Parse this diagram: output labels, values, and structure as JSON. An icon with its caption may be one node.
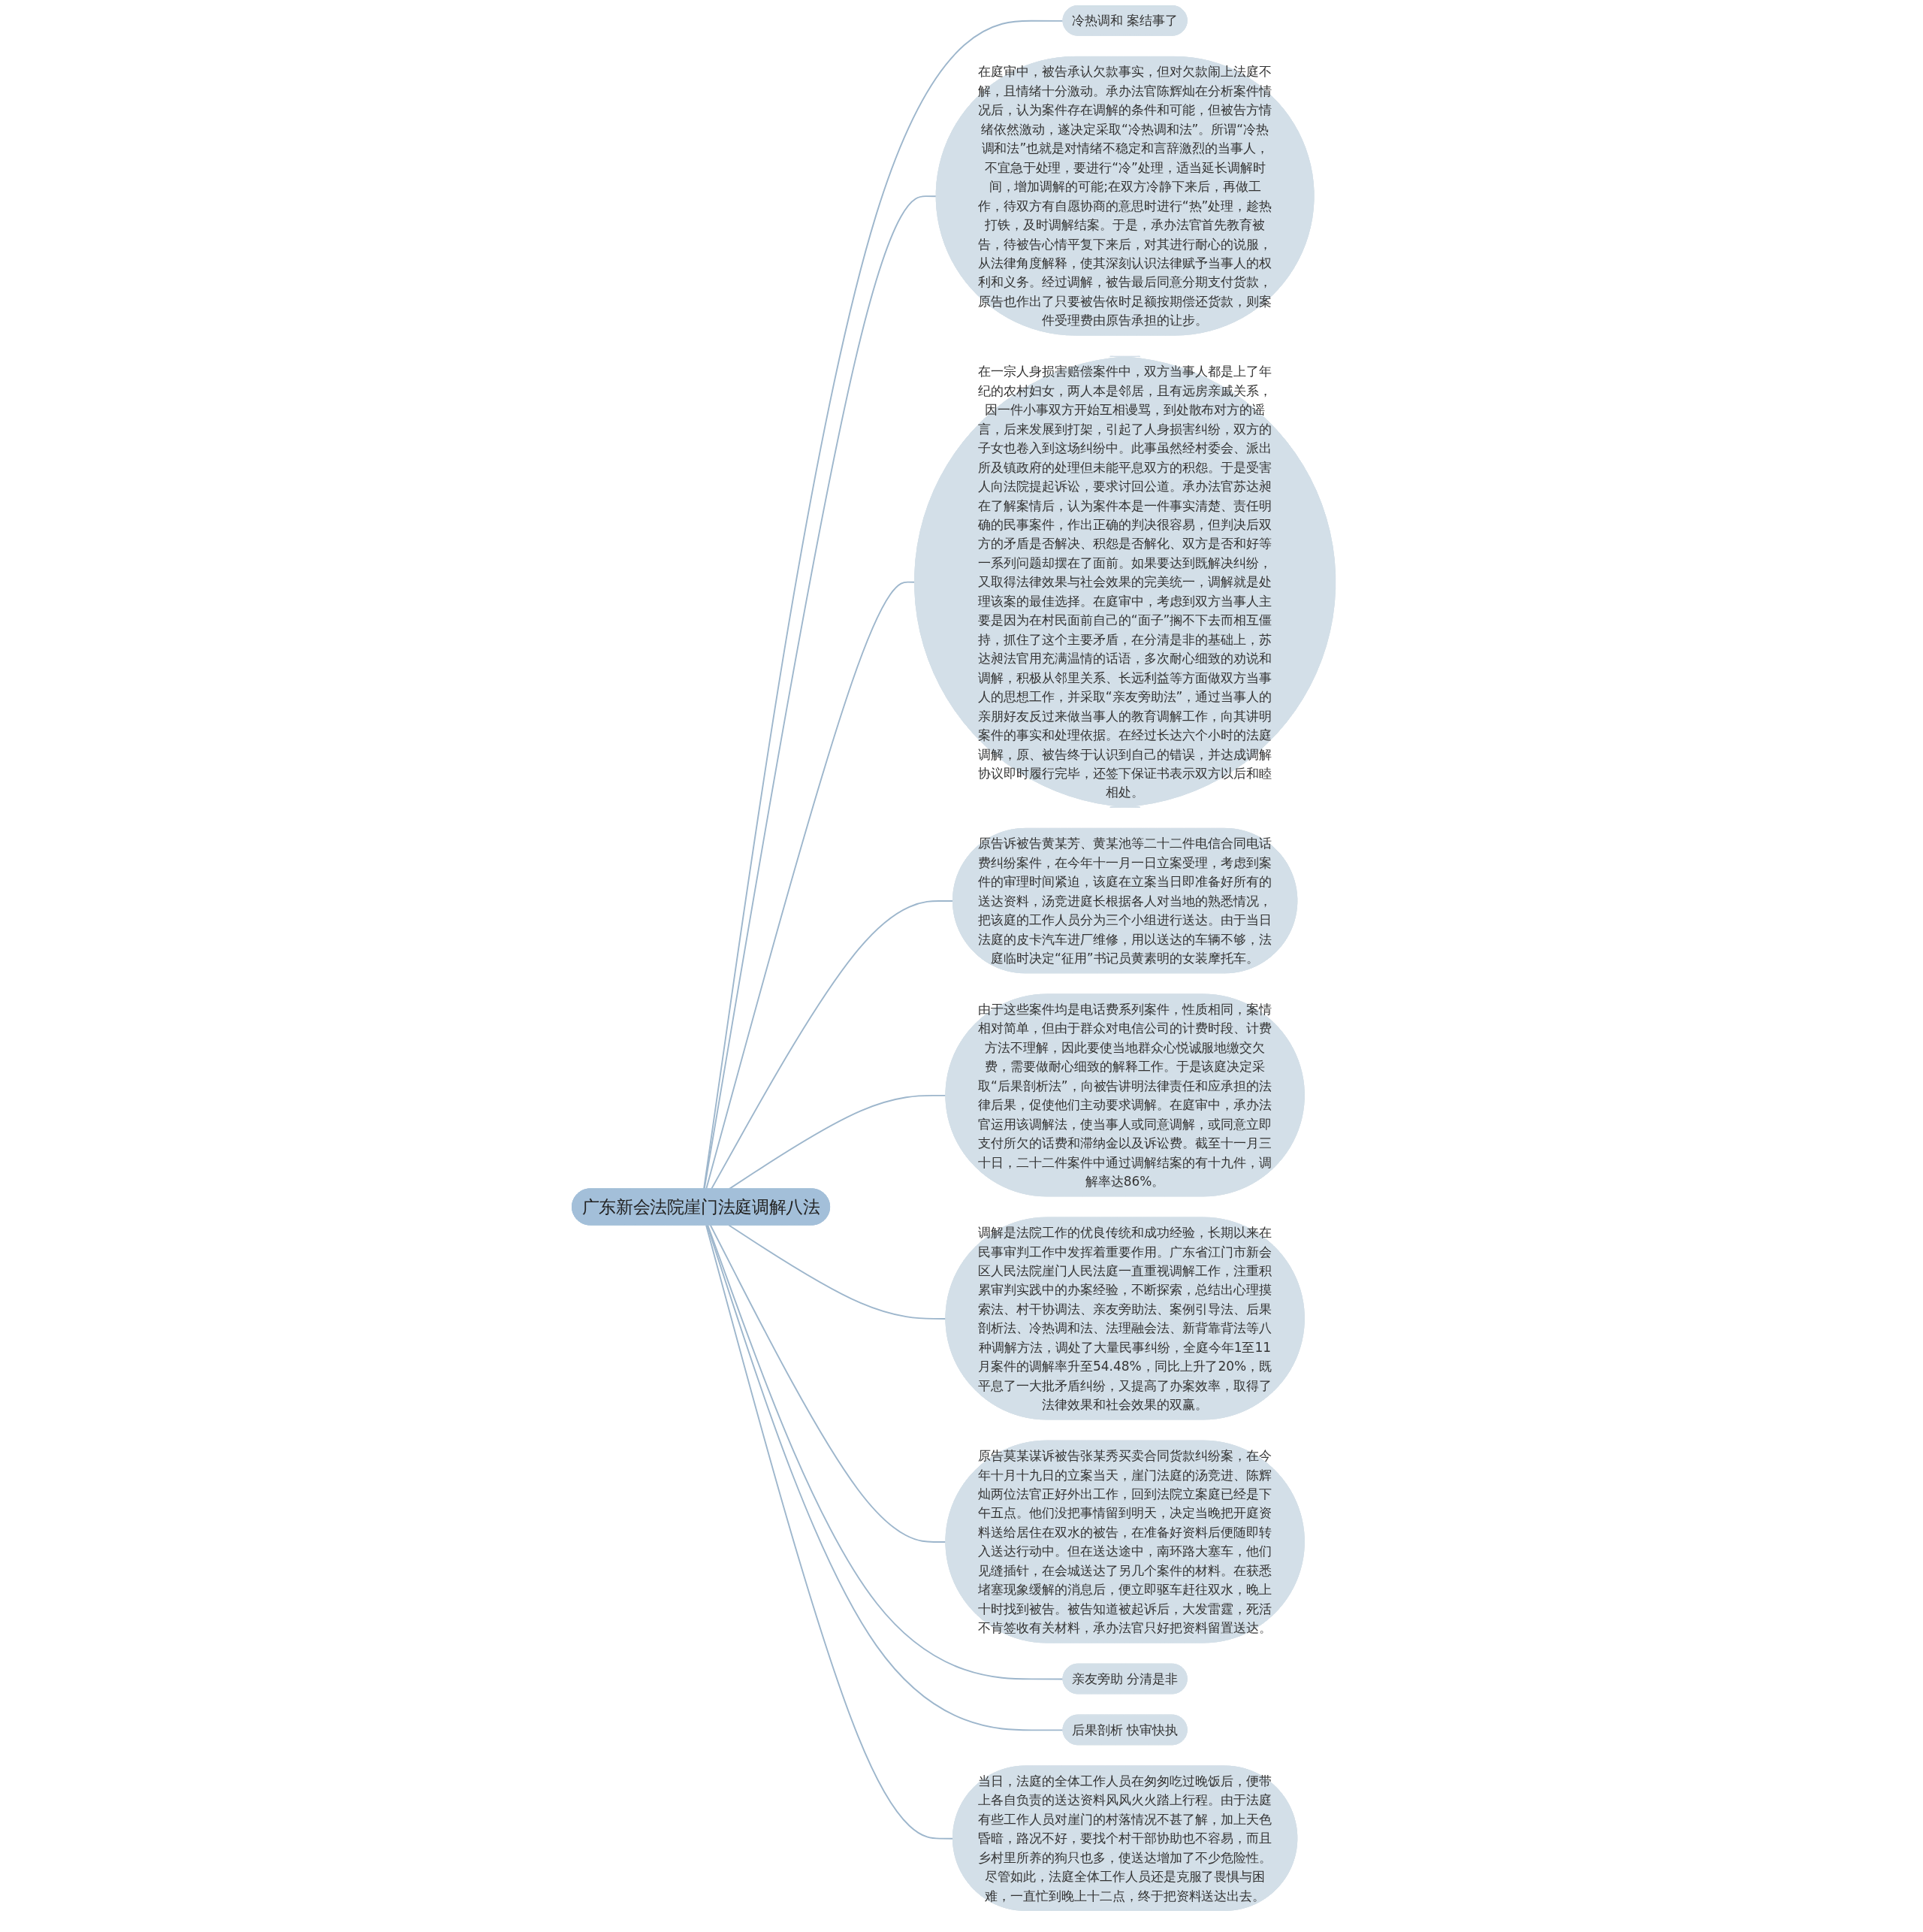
{
  "diagram": {
    "nodes": [
      {
        "text": [
          "广东新会法院崖门法庭调解八法"
        ]
      },
      {
        "text": [
          "冷热调和 案结事了"
        ]
      },
      {
        "text": [
          "在庭审中，被告承认欠款事实，但对欠款闹上法庭不解，且情绪十分激动。承办法官陈辉灿在分析案件情况后，认为案件存在调解的条件和可能，但被告方情绪依然激动，遂决定采取“冷热调和法”。所谓“冷热调和法”也就是对情绪不稳定和言辞激烈的当事人，不宜急于处理，要进行“冷”处理，适当延长调解时间，增加调解的可能;在双方冷静下来后，再做工作，待双方有自愿协商的意思时进行“热”处理，趁热打铁，及时调解结案。于是，承办法官首先教育被告，待被告心情平复下来后，对其进行耐心的说服，从法律角度解释，使其深刻认识法律赋予当事人的权利和义务。经过调解，被告最后同意分期支付货款，原告也作出了只要被告依时足额按期偿还货款，则案件受理费由原告承担的让步。"
        ]
      },
      {
        "text": [
          "在一宗人身损害赔偿案件中，双方当事人都是上了年纪的农村妇女，两人本是邻居，且有远房亲戚关系，因一件小事双方开始互相谩骂，到处散布对方的谣言，后来发展到打架，引起了人身损害纠纷，双方的子女也卷入到这场纠纷中。此事虽然经村委会、派出所及镇政府的处理但未能平息双方的积怨。于是受害人向法院提起诉讼，要求讨回公道。承办法官苏达昶在了解案情后，认为案件本是一件事实清楚、责任明确的民事案件，作出正确的判决很容易，但判决后双方的矛盾是否解决、积怨是否解化、双方是否和好等一系列问题却摆在了面前。如果要达到既解决纠纷，又取得法律效果与社会效果的完美统一，调解就是处理该案的最佳选择。在庭审中，考虑到双方当事人主要是因为在村民面前自己的“面子”搁不下去而相互僵持，抓住了这个主要矛盾，在分清是非的基础上，苏达昶法官用充满温情的话语，多次耐心细致的劝说和调解，积极从邻里关系、长远利益等方面做双方当事人的思想工作，并采取“亲友旁助法”，通过当事人的亲朋好友反过来做当事人的教育调解工作，向其讲明案件的事实和处理依据。在经过长达六个小时的法庭调解，原、被告终于认识到自己的错误，并达成调解协议即时履行完毕，还签下保证书表示双方以后和睦相处。"
        ]
      },
      {
        "text": [
          "原告诉被告黄某芳、黄某池等二十二件电信合同电话费纠纷案件，在今年十一月一日立案受理，考虑到案件的审理时间紧迫，该庭在立案当日即准备好所有的送达资料，汤竞进庭长根据各人对当地的熟悉情况，把该庭的工作人员分为三个小组进行送达。由于当日法庭的皮卡汽车进厂维修，用以送达的车辆不够，法庭临时决定“征用”书记员黄素明的女装摩托车。"
        ]
      },
      {
        "text": [
          "由于这些案件均是电话费系列案件，性质相同，案情相对简单，但由于群众对电信公司的计费时段、计费方法不理解，因此要使当地群众心悦诚服地缴交欠费，需要做耐心细致的解释工作。于是该庭决定采取“后果剖析法”，向被告讲明法律责任和应承担的法律后果，促使他们主动要求调解。在庭审中，承办法官运用该调解法，使当事人或同意调解，或同意立即支付所欠的话费和滞纳金以及诉讼费。截至十一月三十日，二十二件案件中通过调解结案的有十九件，调解率达86%。"
        ]
      },
      {
        "text": [
          "调解是法院工作的优良传统和成功经验，长期以来在民事审判工作中发挥着重要作用。广东省江门市新会区人民法院崖门人民法庭一直重视调解工作，注重积累审判实践中的办案经验，不断探索，总结出心理摸索法、村干协调法、亲友旁助法、案例引导法、后果剖析法、冷热调和法、法理融会法、新背靠背法等八种调解方法，调处了大量民事纠纷，全庭今年1至11月案件的调解率升至54.48%，同比上升了20%，既平息了一大批矛盾纠纷，又提高了办案效率，取得了法律效果和社会效果的双赢。"
        ]
      },
      {
        "text": [
          "原告莫某谋诉被告张某秀买卖合同货款纠纷案，在今年十月十九日的立案当天，崖门法庭的汤竞进、陈辉灿两位法官正好外出工作，回到法院立案庭已经是下午五点。他们没把事情留到明天，决定当晚把开庭资料送给居住在双水的被告，在准备好资料后便随即转入送达行动中。但在送达途中，南环路大塞车，他们见缝插针，在会城送达了另几个案件的材料。在获悉堵塞现象缓解的消息后，便立即驱车赶往双水，晚上十时找到被告。被告知道被起诉后，大发雷霆，死活不肯签收有关材料，承办法官只好把资料留置送达。"
        ]
      },
      {
        "text": [
          "亲友旁助 分清是非"
        ]
      },
      {
        "text": [
          "后果剖析 快审快执"
        ]
      },
      {
        "text": [
          "当日，法庭的全体工作人员在匆匆吃过晚饭后，便带上各自负责的送达资料风风火火踏上行程。由于法庭有些工作人员对崖门的村落情况不甚了解，加上天色昏暗，路况不好，要找个村干部协助也不容易，而且乡村里所养的狗只也多，使送达增加了不少危险性。尽管如此，法庭全体工作人员还是克服了畏惧与困难，一直忙到晚上十二点，终于把资料送达出去。"
        ]
      }
    ],
    "edges": [
      {
        "from": 0,
        "to": 1,
        "arrow": "none"
      },
      {
        "from": 0,
        "to": 2,
        "arrow": "none"
      },
      {
        "from": 0,
        "to": 3,
        "arrow": "none"
      },
      {
        "from": 0,
        "to": 4,
        "arrow": "none"
      },
      {
        "from": 0,
        "to": 5,
        "arrow": "none"
      },
      {
        "from": 0,
        "to": 6,
        "arrow": "none"
      },
      {
        "from": 0,
        "to": 7,
        "arrow": "none"
      },
      {
        "from": 0,
        "to": 8,
        "arrow": "none"
      },
      {
        "from": 0,
        "to": 9,
        "arrow": "none"
      },
      {
        "from": 0,
        "to": 10,
        "arrow": "none"
      }
    ]
  }
}
